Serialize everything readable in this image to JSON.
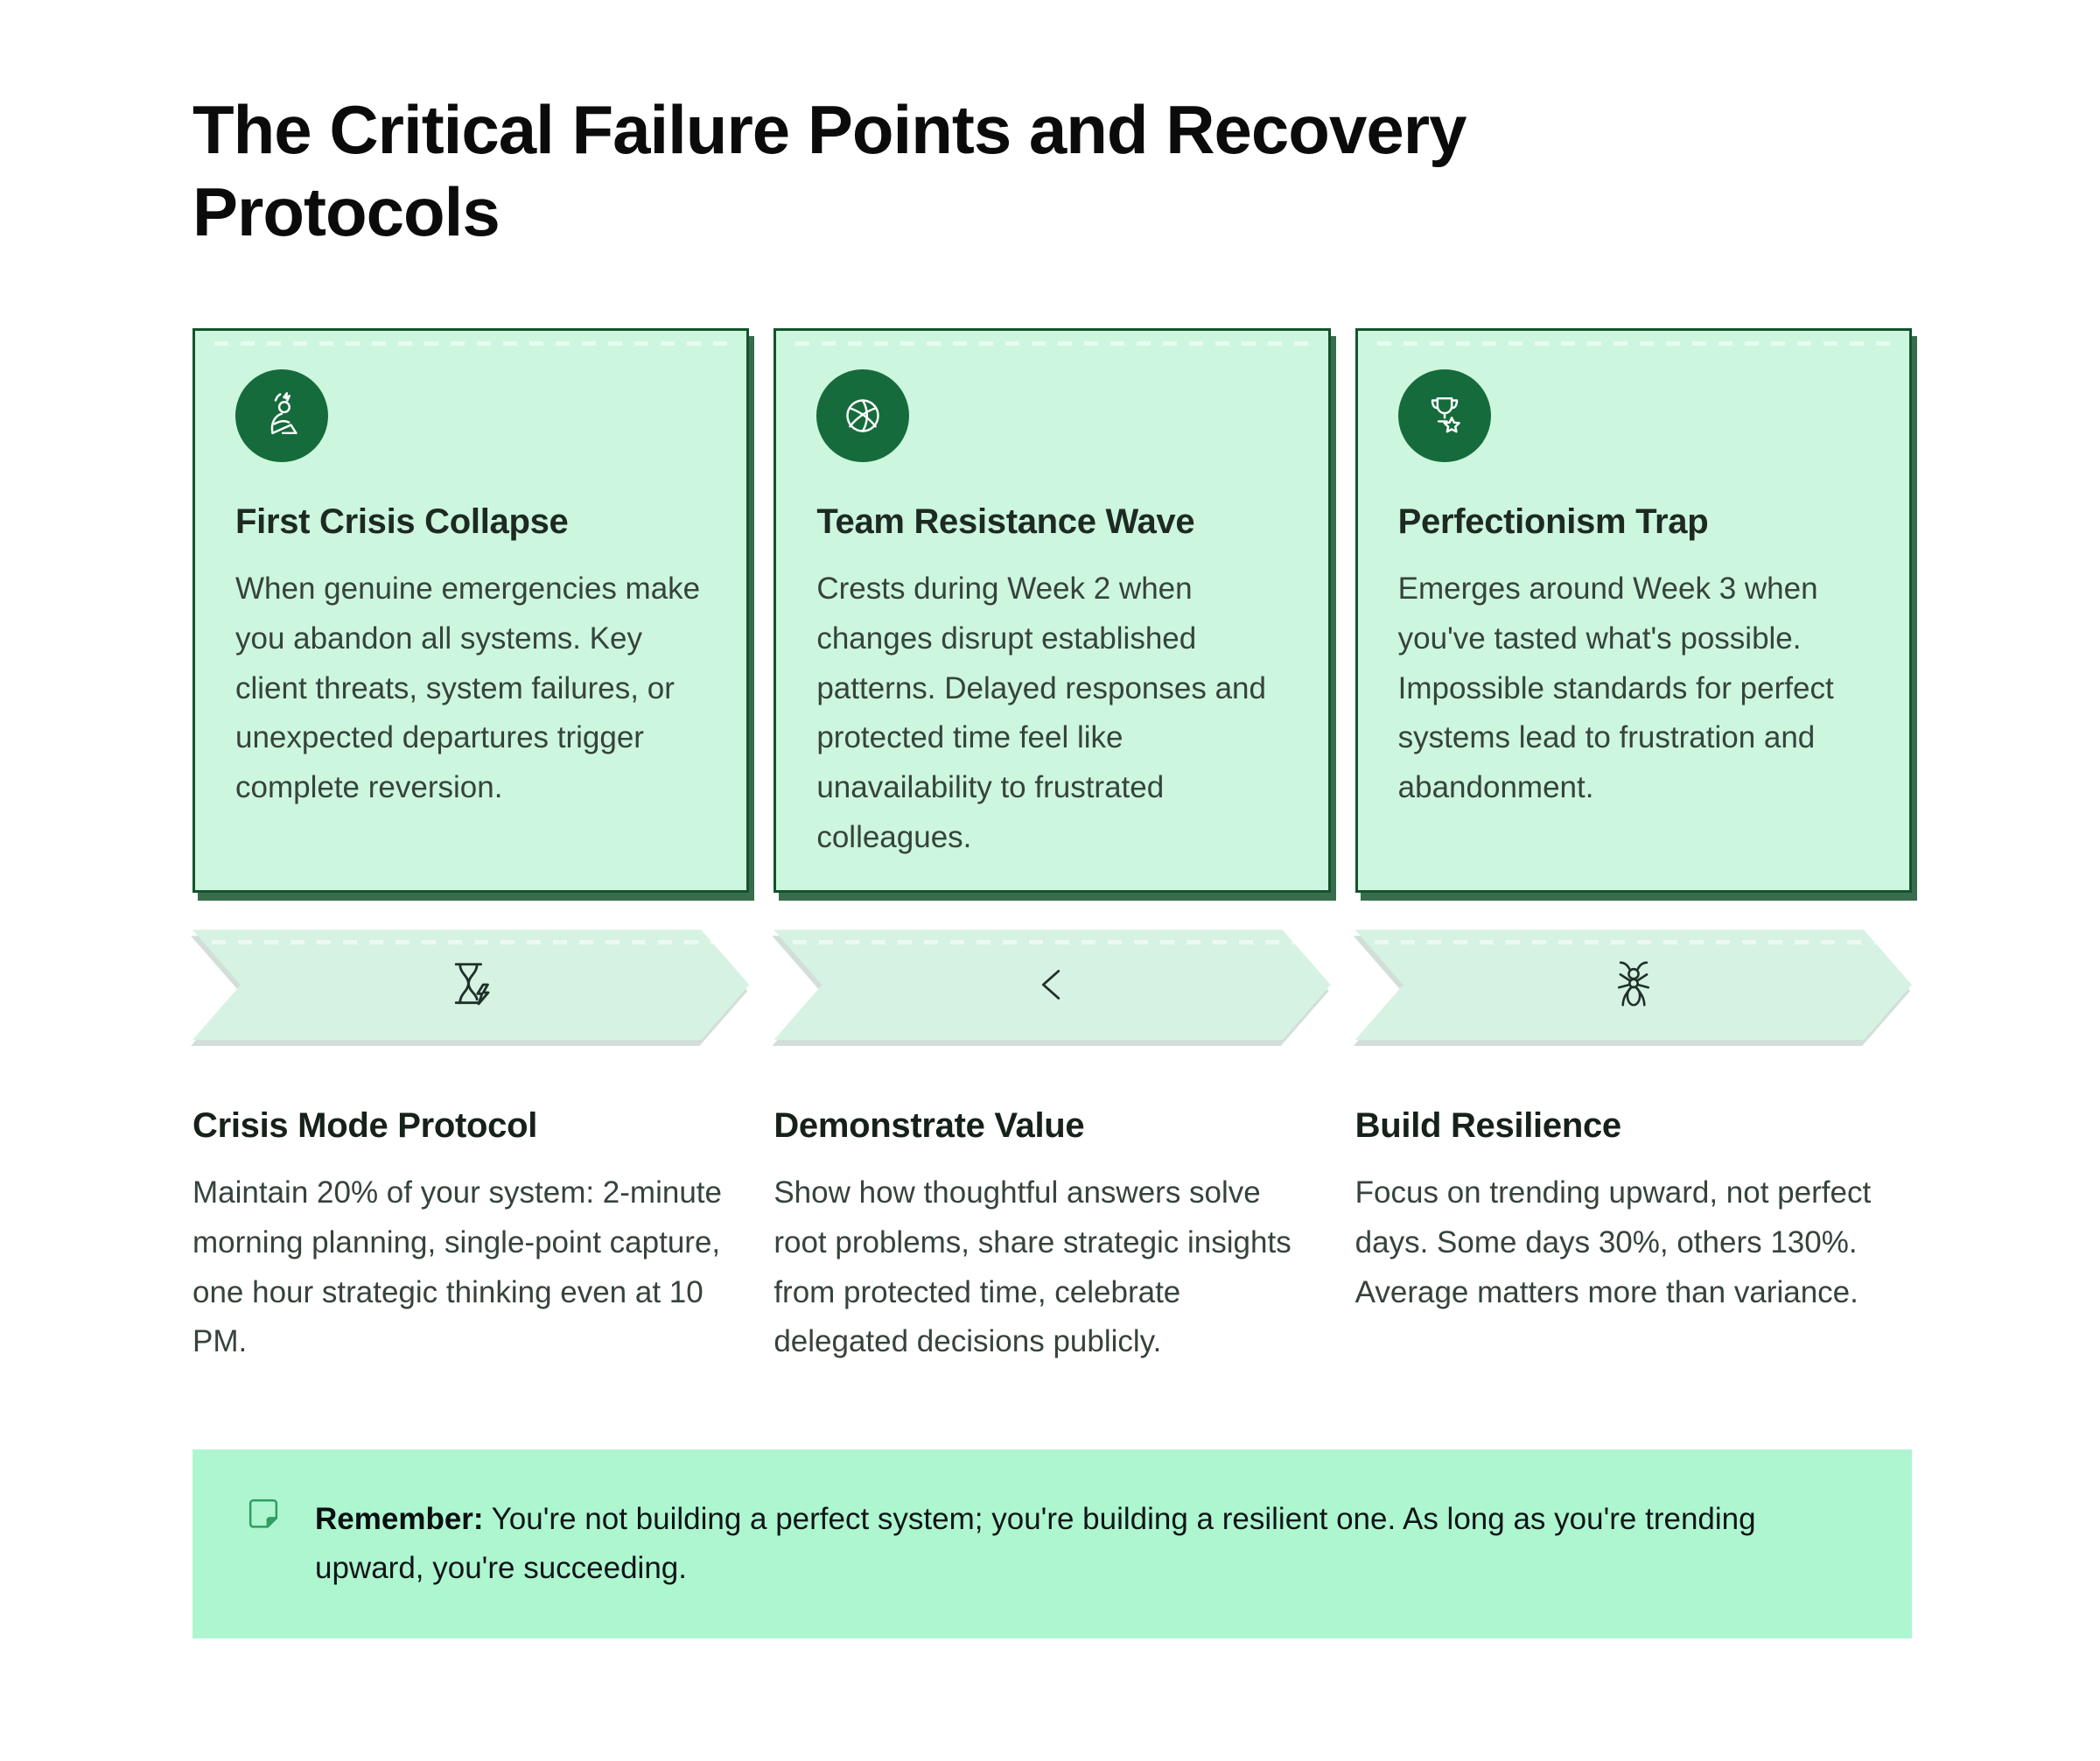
{
  "page": {
    "title": "The Critical Failure Points and Recovery Protocols"
  },
  "colors": {
    "card_bg": "#cdf6de",
    "card_border": "#14532d",
    "icon_circle_bg": "#166b3c",
    "chevron_bg": "#d6f2e3",
    "banner_bg": "#aef6d0",
    "note_icon_green": "#2f9e63",
    "heading_text": "#1d2a22",
    "body_text": "#36433b"
  },
  "cards": [
    {
      "icon": "stressed-person-icon",
      "title": "First Crisis Collapse",
      "body": "When genuine emergencies make you abandon all systems. Key client threats, system failures, or unexpected departures trigger complete reversion."
    },
    {
      "icon": "volleyball-icon",
      "title": "Team Resistance Wave",
      "body": "Crests during Week 2 when changes disrupt established patterns. Delayed responses and protected time feel like unavailability to frustrated colleagues."
    },
    {
      "icon": "trophy-star-icon",
      "title": "Perfectionism Trap",
      "body": "Emerges around Week 3 when you've tasted what's possible. Impossible standards for perfect systems lead to frustration and abandonment."
    }
  ],
  "steps": [
    {
      "icon": "hourglass-lightning-icon",
      "title": "Crisis Mode Protocol",
      "body": "Maintain 20% of your system: 2-minute morning planning, single-point capture, one hour strategic thinking even at 10 PM."
    },
    {
      "icon": "less-than-icon",
      "title": "Demonstrate Value",
      "body": "Show how thoughtful answers solve root problems, share strategic insights from protected time, celebrate delegated decisions publicly."
    },
    {
      "icon": "ant-icon",
      "title": "Build Resilience",
      "body": "Focus on trending upward, not perfect days. Some days 30%, others 130%. Average matters more than variance."
    }
  ],
  "note": {
    "icon": "sticky-note-icon",
    "label": "Remember:",
    "text": "You're not building a perfect system; you're building a resilient one. As long as you're trending upward, you're succeeding."
  }
}
